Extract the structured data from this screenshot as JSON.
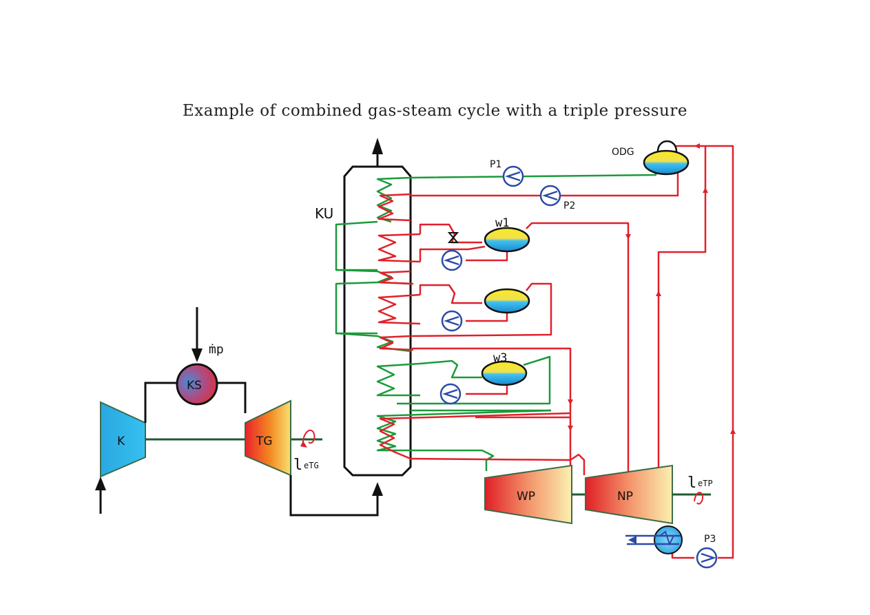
{
  "title": "Example of combined gas-steam cycle with a triple pressure",
  "labels": {
    "compressor": "K",
    "combustion_chamber": "KS",
    "gas_turbine": "TG",
    "fuel": "ṁp",
    "gas_turbine_work": "l",
    "gas_turbine_work_sub": "eTG",
    "hrsg": "KU",
    "deaerator": "ODG",
    "pump1": "P1",
    "pump2": "P2",
    "pump3": "P3",
    "drum1": "w1",
    "drum3": "w3",
    "hp_turbine": "WP",
    "lp_turbine": "NP",
    "steam_turbine_work": "l",
    "steam_turbine_work_sub": "eTP"
  },
  "colors": {
    "water": "#1a9a3a",
    "steam": "#e0202a",
    "gas": "#111111",
    "pump": "#2a4aa8"
  },
  "icons": [
    "pump-icon",
    "valve-icon",
    "condenser-icon",
    "arrow-up-icon",
    "arrow-down-icon",
    "rotation-arrow-icon"
  ]
}
